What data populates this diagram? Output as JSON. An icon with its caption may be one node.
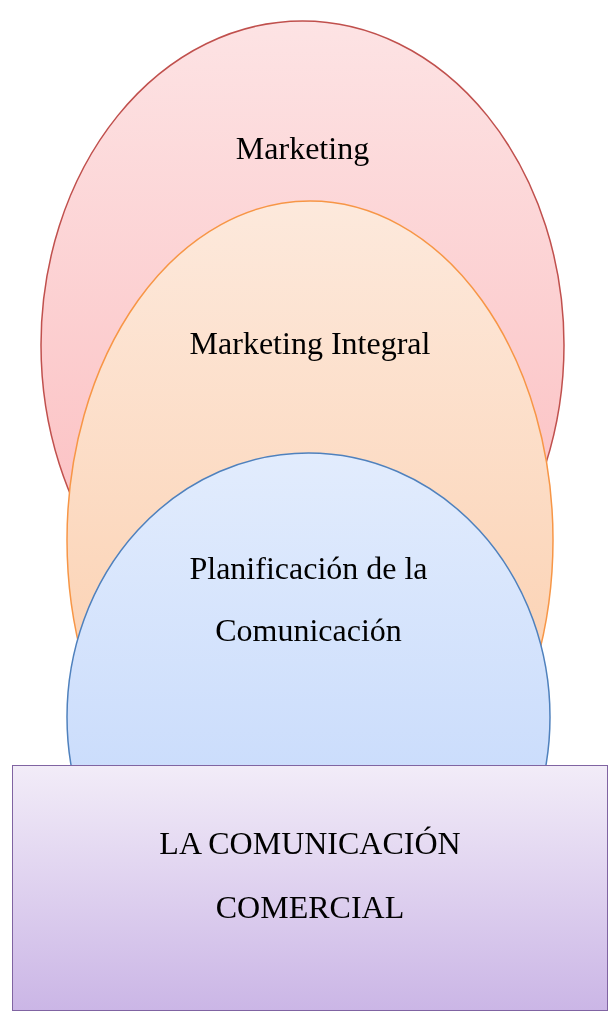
{
  "diagram": {
    "nodes": [
      {
        "text": [
          "Marketing"
        ]
      },
      {
        "text": [
          "Marketing Integral"
        ]
      },
      {
        "text": [
          "Planificación de la Comunicación"
        ]
      },
      {
        "text": [
          "LA COMUNICACIÓN COMERCIAL"
        ]
      }
    ]
  }
}
